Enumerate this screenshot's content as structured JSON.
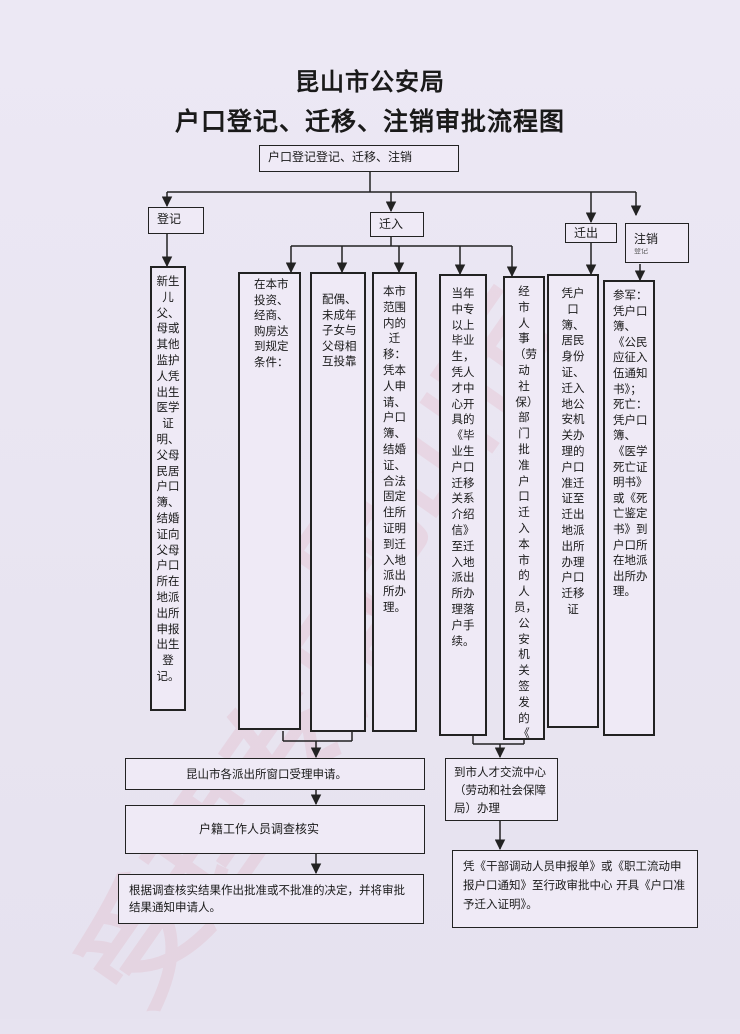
{
  "title": {
    "line1": "昆山市公安局",
    "line2": "户口登记、迁移、注销审批流程图"
  },
  "top_box": "户口登记登记、迁移、注销",
  "categories": {
    "register": "登记",
    "move_in": "迁入",
    "move_out": "迁出",
    "cancel": "注销"
  },
  "cancel_extra": "登记",
  "columns": {
    "register": "新生儿父、母或其他监护人凭出生医学证明、父母民居户口簿、结婚证向父母户口所在地派出所申报出生登记。",
    "invest": "在本市投资、经商、购房达到规定条件：",
    "spouse": "配偶、未成年子女与父母相互投靠",
    "city": "本市范围内的迁移：凭本人申请、户口簿、结婚证、合法固定住所证明到迁入地派出所办理。",
    "graduate": "当年中专以上毕业生，凭人才中心开具的《毕业生户口迁移关系介绍信》至迁入地派出所办理落户手续。",
    "talent": "经市人事（劳动社保）部门批准户口迁入本市的人员，公安机关签发的《",
    "move_out": "凭户口簿、居民身份证、迁入地公安机关办理的户口准迁证至迁出地派出所办理户口迁移证",
    "cancel": "参军：凭户口簿、《公民应征入伍通知书》；死亡：凭户口簿、《医学死亡证明书》或《死亡鉴定书》到户口所在地派出所办理。"
  },
  "steps": {
    "window": "昆山市各派出所窗口受理申请。",
    "verify": "户籍工作人员调查核实",
    "decision": "根据调查核实结果作出批准或不批准的决定，并将审批结果通知申请人。",
    "talent_center": "到市人才交流中心（劳动和社会保障局）办理",
    "certificate": "凭《干部调动人员申报单》或《职工流动申报户口通知》至行政审批中心 开具《户口准予迁入证明》。"
  }
}
